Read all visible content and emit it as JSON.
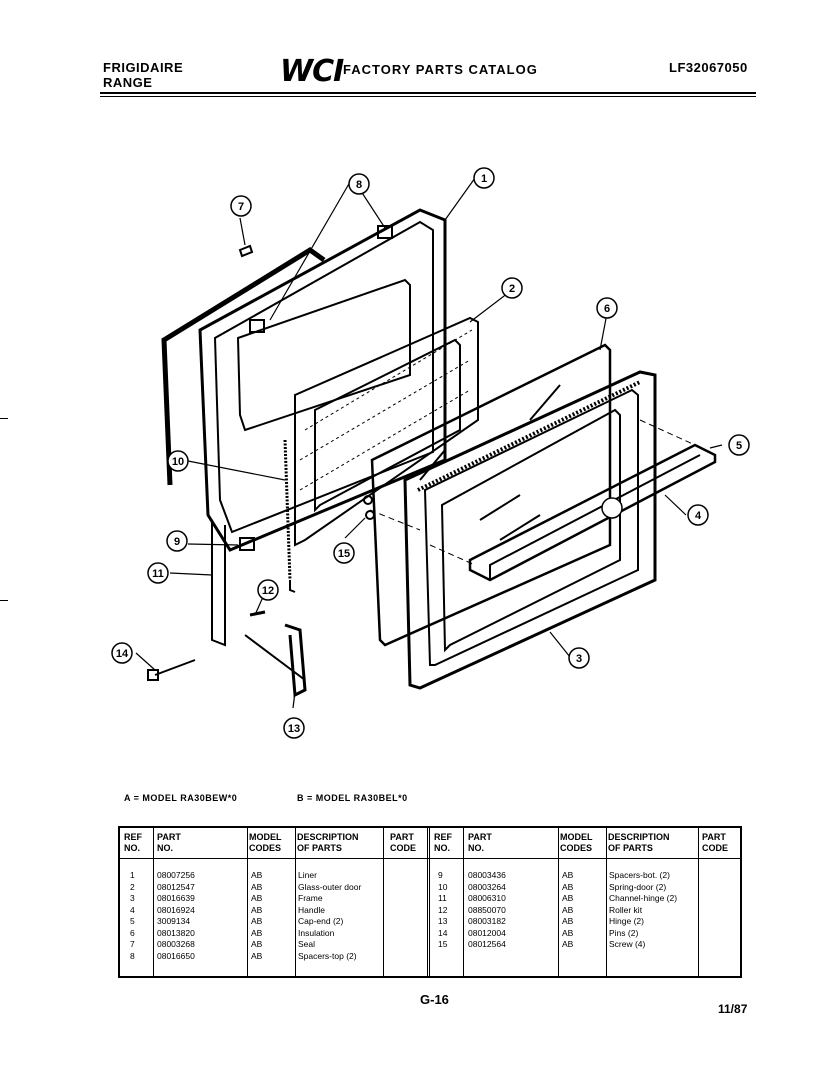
{
  "header": {
    "brand": "FRIGIDAIRE",
    "product": "RANGE",
    "logo": "WCI",
    "catalog_title": "FACTORY PARTS CATALOG",
    "doc_id": "LF32067050"
  },
  "diagram": {
    "callouts": [
      "1",
      "2",
      "3",
      "4",
      "5",
      "6",
      "7",
      "8",
      "9",
      "10",
      "11",
      "12",
      "13",
      "14",
      "15"
    ]
  },
  "models": {
    "a": "A = MODEL RA30BEW*0",
    "b": "B = MODEL RA30BEL*0"
  },
  "table": {
    "headers": {
      "ref": [
        "REF",
        "NO."
      ],
      "part": [
        "PART",
        "NO."
      ],
      "codes": [
        "MODEL",
        "CODES"
      ],
      "desc": [
        "DESCRIPTION",
        "OF PARTS"
      ],
      "pcode": [
        "PART",
        "CODE"
      ]
    },
    "left_rows": [
      {
        "ref": "1",
        "part": "08007256",
        "codes": "AB",
        "desc": "Liner"
      },
      {
        "ref": "2",
        "part": "08012547",
        "codes": "AB",
        "desc": "Glass-outer door"
      },
      {
        "ref": "3",
        "part": "08016639",
        "codes": "AB",
        "desc": "Frame"
      },
      {
        "ref": "4",
        "part": "08016924",
        "codes": "AB",
        "desc": "Handle"
      },
      {
        "ref": "5",
        "part": "3009134",
        "codes": "AB",
        "desc": "Cap-end (2)"
      },
      {
        "ref": "6",
        "part": "08013820",
        "codes": "AB",
        "desc": "Insulation"
      },
      {
        "ref": "7",
        "part": "08003268",
        "codes": "AB",
        "desc": "Seal"
      },
      {
        "ref": "8",
        "part": "08016650",
        "codes": "AB",
        "desc": "Spacers-top (2)"
      }
    ],
    "right_rows": [
      {
        "ref": "9",
        "part": "08003436",
        "codes": "AB",
        "desc": "Spacers-bot. (2)"
      },
      {
        "ref": "10",
        "part": "08003264",
        "codes": "AB",
        "desc": "Spring-door (2)"
      },
      {
        "ref": "11",
        "part": "08006310",
        "codes": "AB",
        "desc": "Channel-hinge (2)"
      },
      {
        "ref": "12",
        "part": "08850070",
        "codes": "AB",
        "desc": "Roller kit"
      },
      {
        "ref": "13",
        "part": "08003182",
        "codes": "AB",
        "desc": "Hinge (2)"
      },
      {
        "ref": "14",
        "part": "08012004",
        "codes": "AB",
        "desc": "Pins (2)"
      },
      {
        "ref": "15",
        "part": "08012564",
        "codes": "AB",
        "desc": "Screw (4)"
      }
    ]
  },
  "footer": {
    "page": "G-16",
    "date": "11/87"
  }
}
